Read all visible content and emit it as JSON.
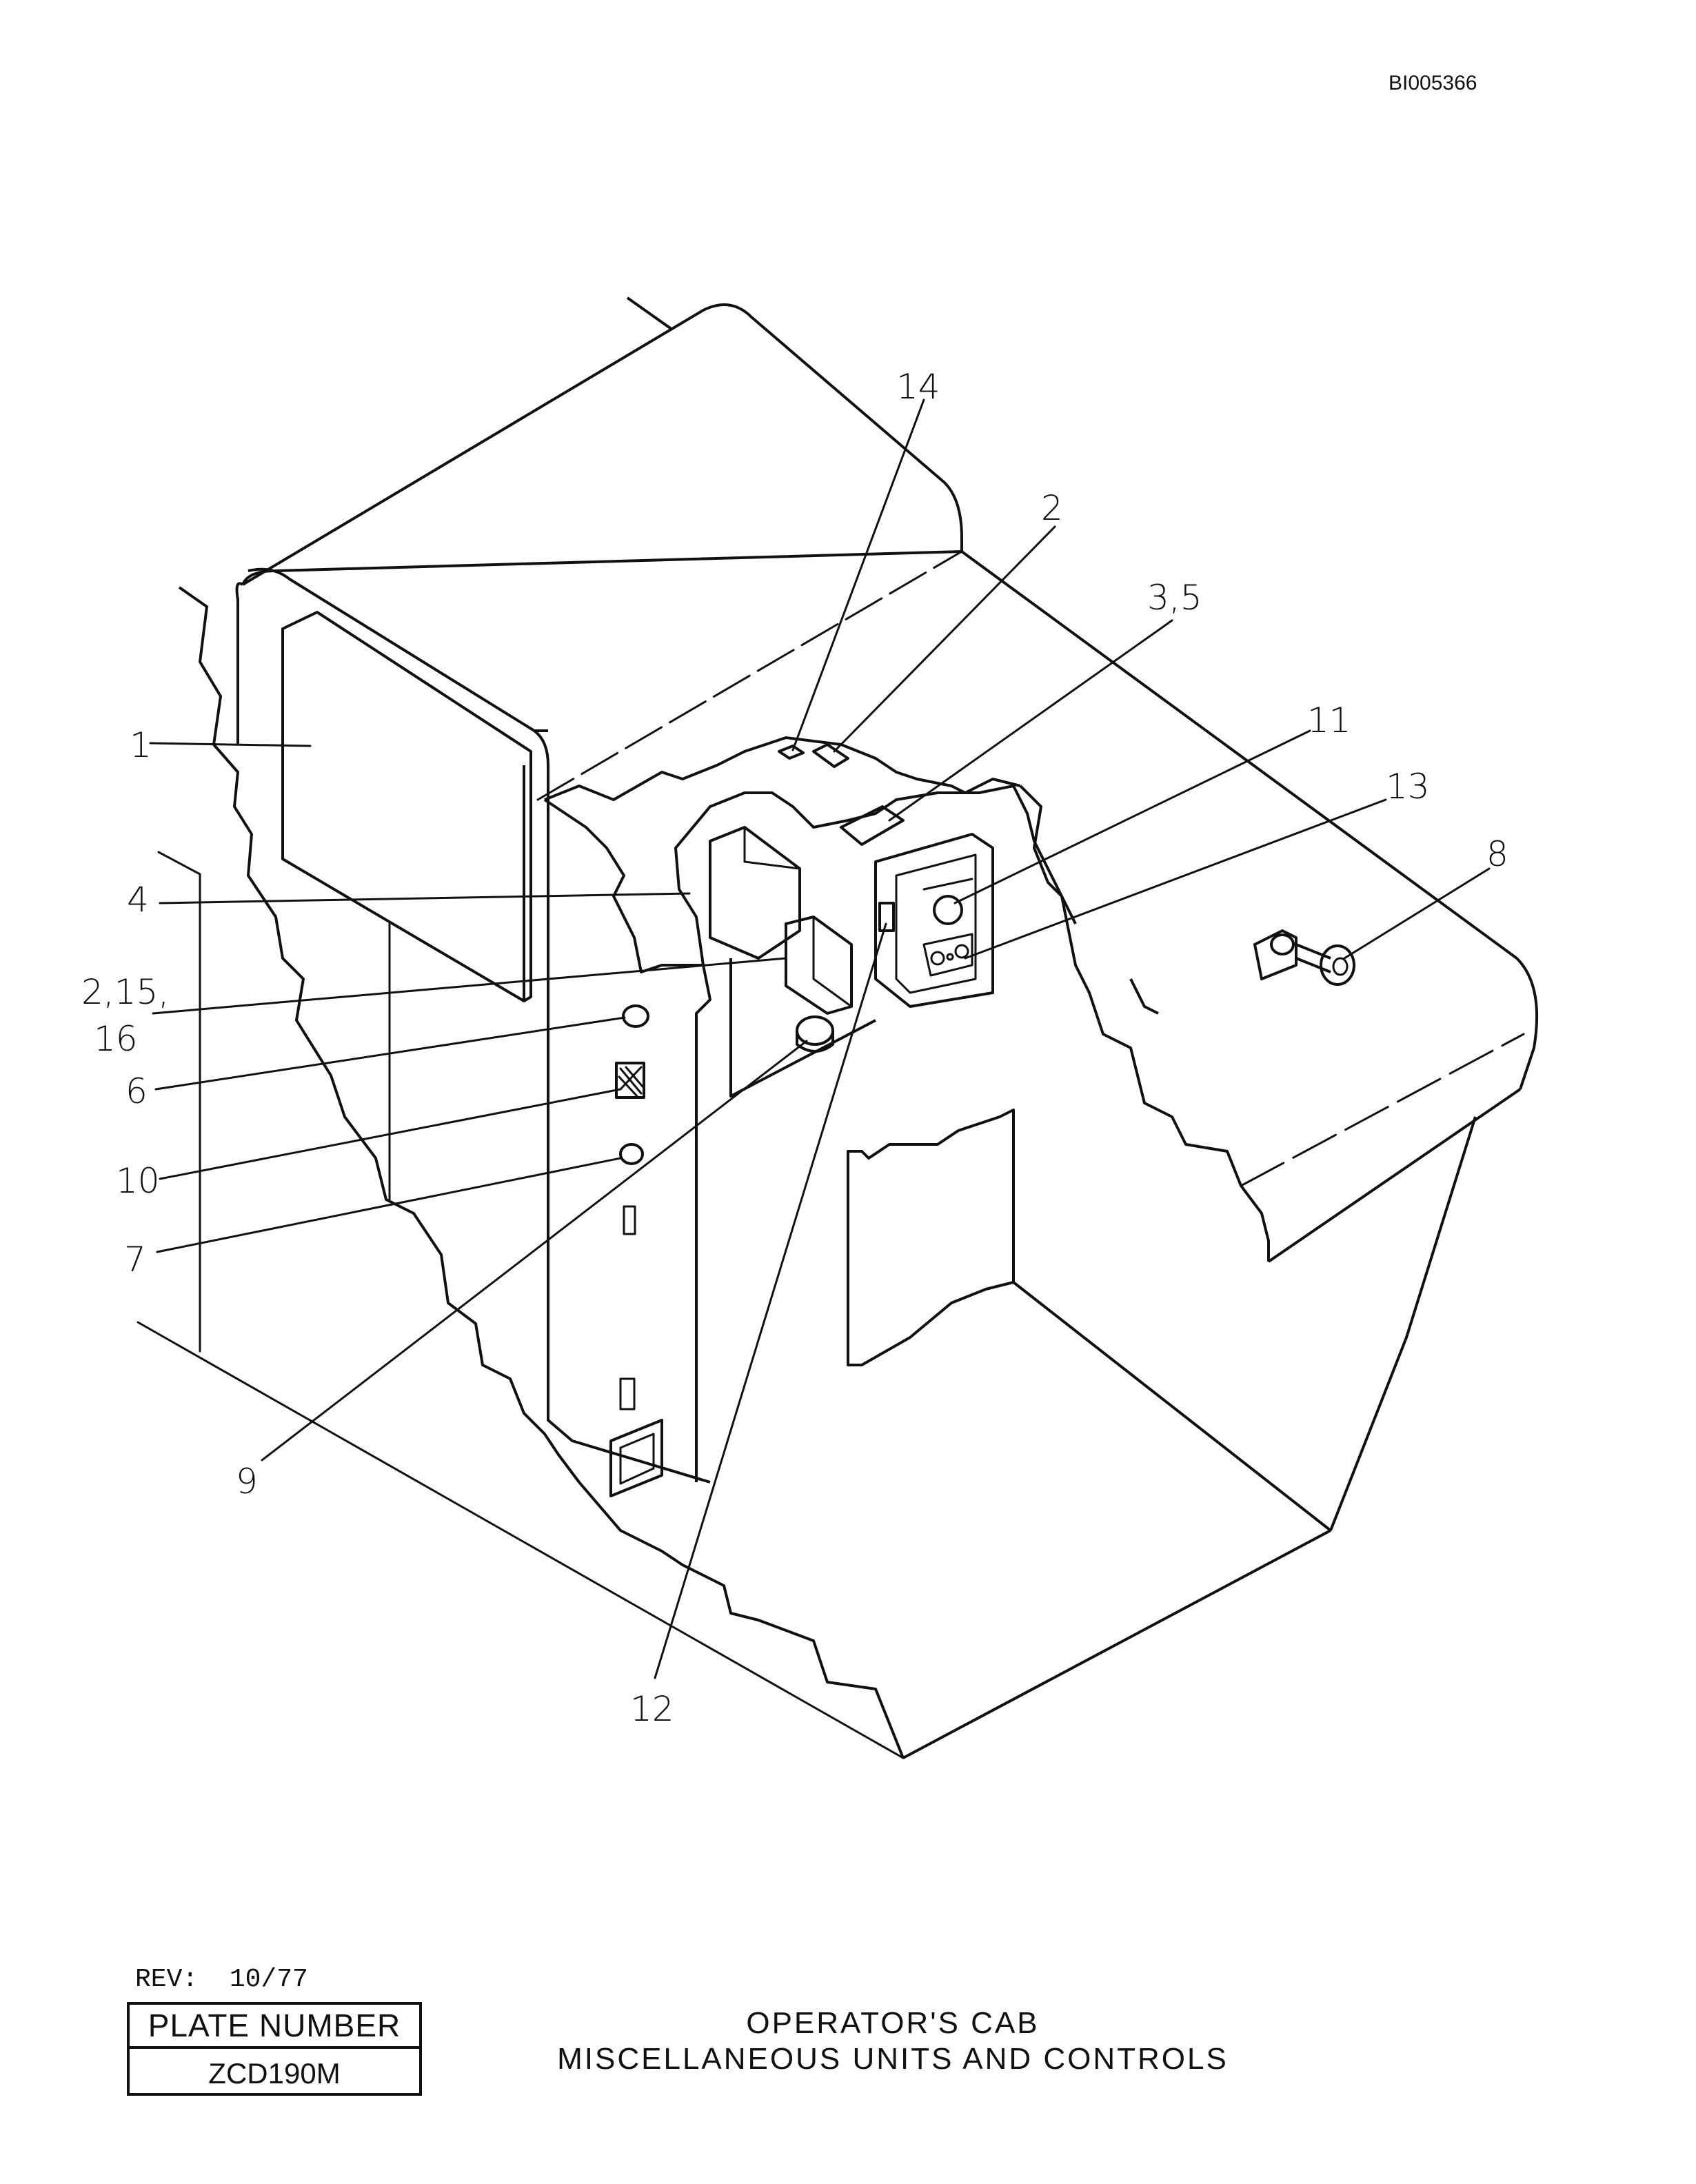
{
  "document_id": "BI005366",
  "callouts": {
    "c1": "1",
    "c2": "2",
    "c3_5": "3,5",
    "c4": "4",
    "c2_15_a": "2,15,",
    "c2_15_b": "16",
    "c6": "6",
    "c7": "7",
    "c8": "8",
    "c9": "9",
    "c10": "10",
    "c11": "11",
    "c12": "12",
    "c13": "13",
    "c14": "14"
  },
  "footer": {
    "rev_label": "REV:",
    "rev_value": "10/77",
    "plate_header": "PLATE NUMBER",
    "plate_number": "ZCD190M",
    "title_line1": "OPERATOR'S CAB",
    "title_line2": "MISCELLANEOUS UNITS AND CONTROLS"
  }
}
